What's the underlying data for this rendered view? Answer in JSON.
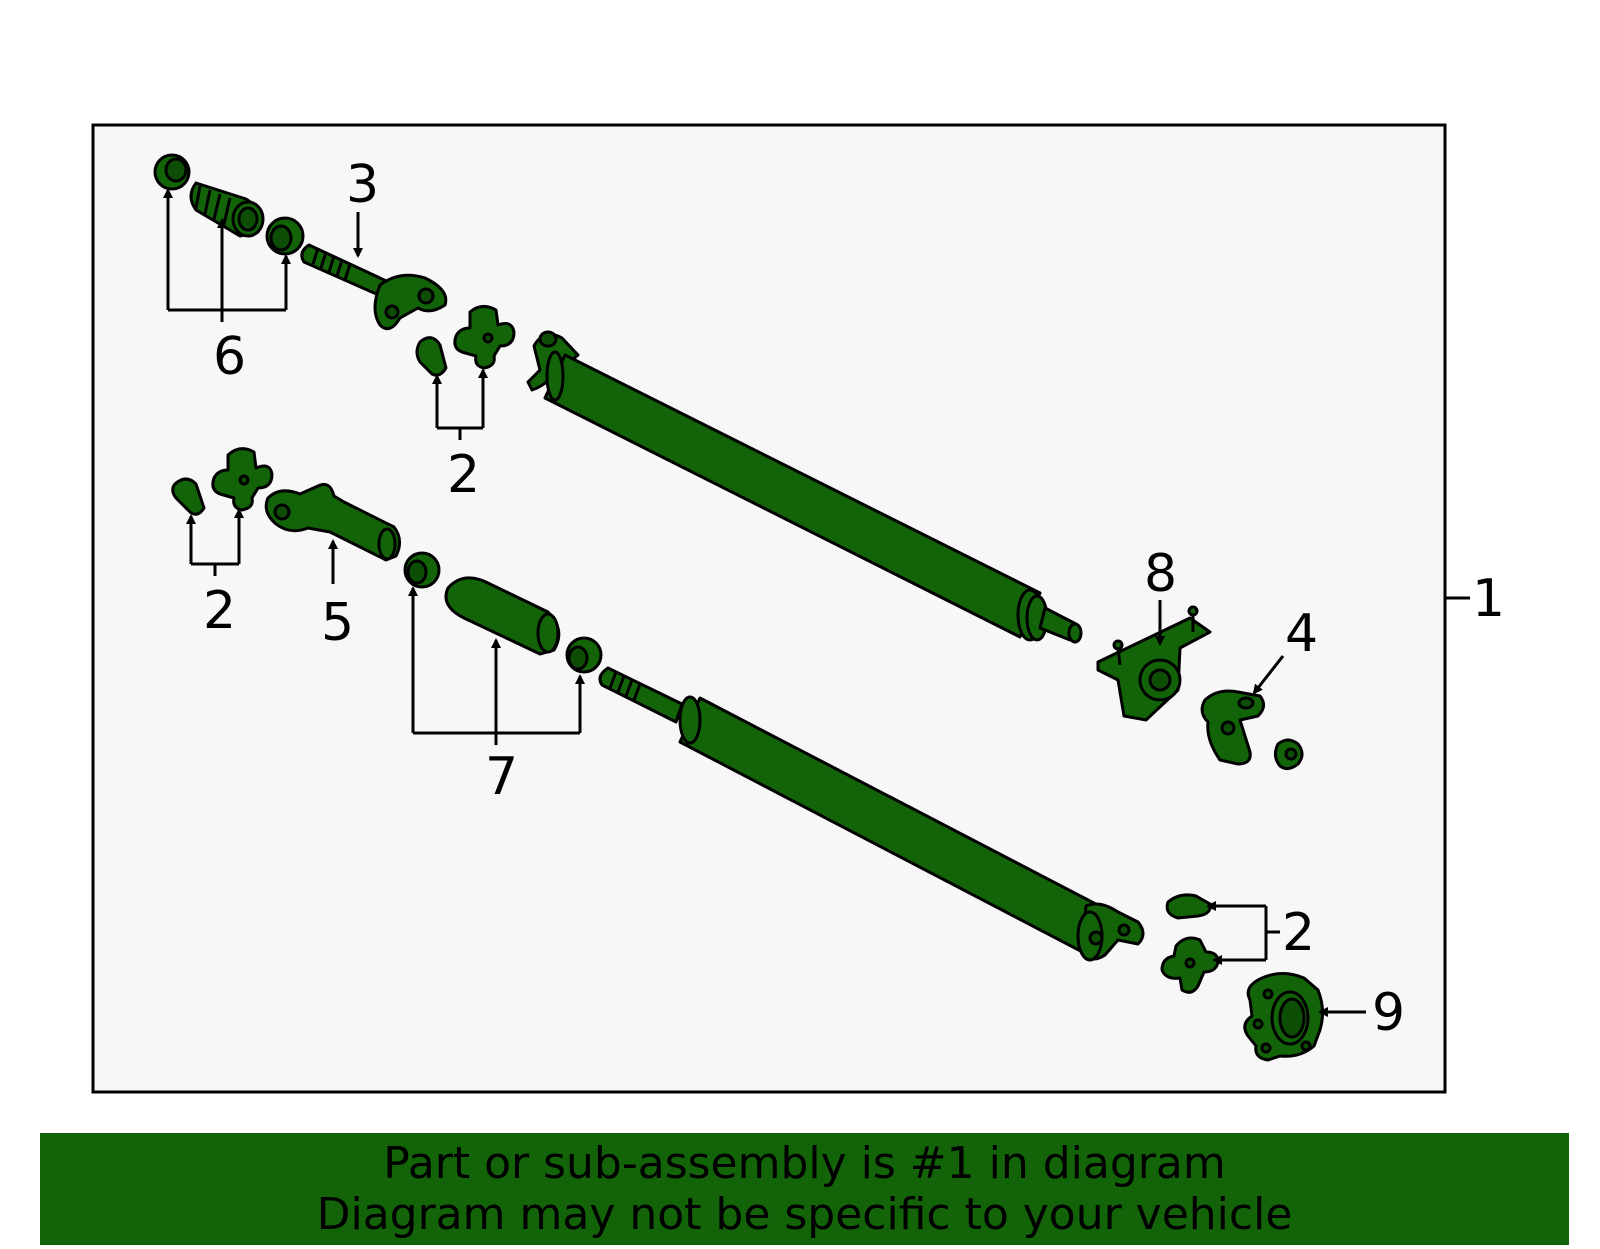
{
  "diagram": {
    "part_color": "#136408",
    "panel_color": "#f7f7f7",
    "callouts": {
      "c1": "1",
      "c2a": "2",
      "c2b": "2",
      "c2c": "2",
      "c3": "3",
      "c4": "4",
      "c5": "5",
      "c6": "6",
      "c7": "7",
      "c8": "8",
      "c9": "9"
    }
  },
  "banner": {
    "line1": "Part or sub-assembly is #1 in diagram",
    "line2": "Diagram may not be specific to your vehicle",
    "background": "#136408"
  }
}
